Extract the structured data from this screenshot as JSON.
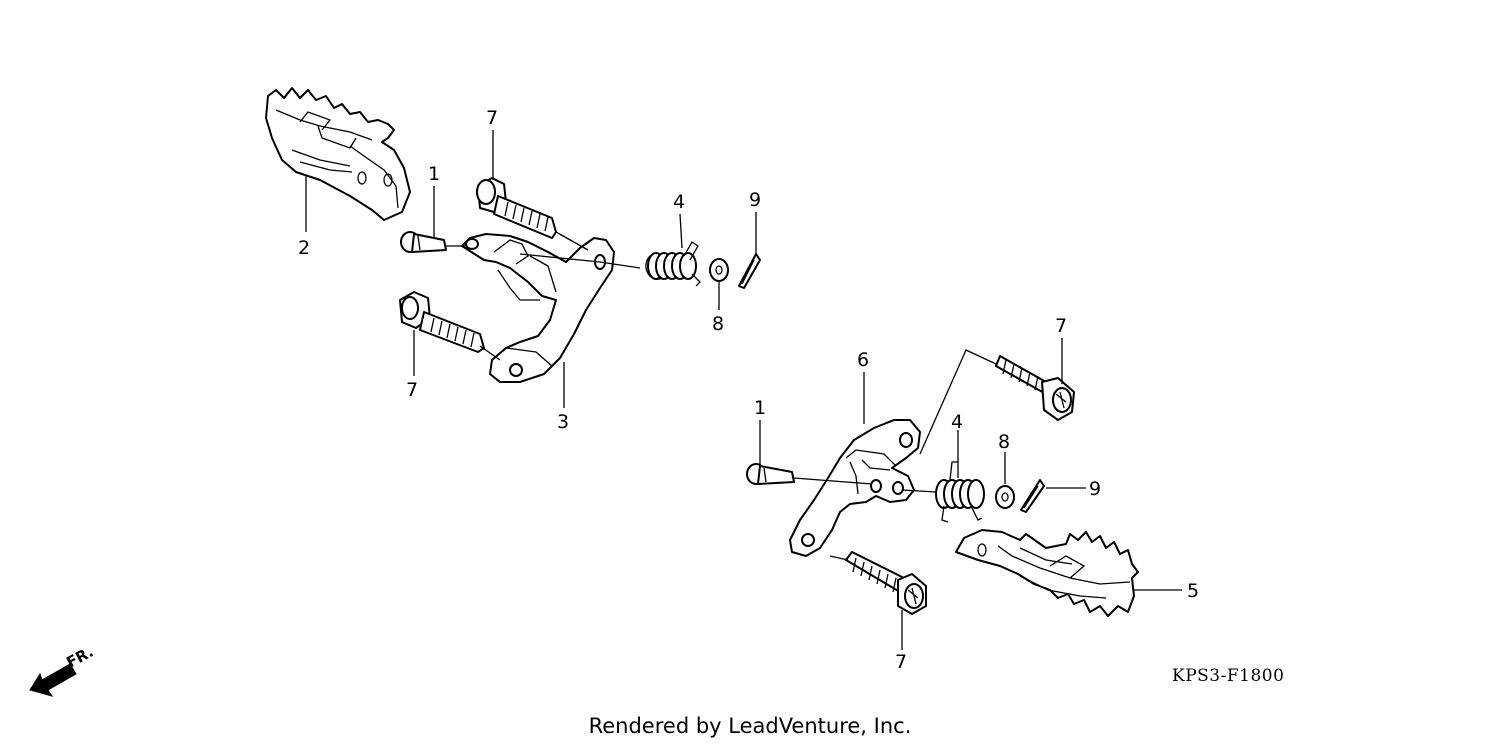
{
  "diagram": {
    "callouts": [
      {
        "id": "c1a",
        "label": "1"
      },
      {
        "id": "c2",
        "label": "2"
      },
      {
        "id": "c3",
        "label": "3"
      },
      {
        "id": "c4a",
        "label": "4"
      },
      {
        "id": "c7a",
        "label": "7"
      },
      {
        "id": "c7b",
        "label": "7"
      },
      {
        "id": "c8a",
        "label": "8"
      },
      {
        "id": "c9a",
        "label": "9"
      },
      {
        "id": "c1b",
        "label": "1"
      },
      {
        "id": "c4b",
        "label": "4"
      },
      {
        "id": "c5",
        "label": "5"
      },
      {
        "id": "c6",
        "label": "6"
      },
      {
        "id": "c7c",
        "label": "7"
      },
      {
        "id": "c7d",
        "label": "7"
      },
      {
        "id": "c8b",
        "label": "8"
      },
      {
        "id": "c9b",
        "label": "9"
      }
    ],
    "front_label": "FR.",
    "diagram_code": "KPS3-F1800",
    "credit": "Rendered by LeadVenture, Inc."
  }
}
